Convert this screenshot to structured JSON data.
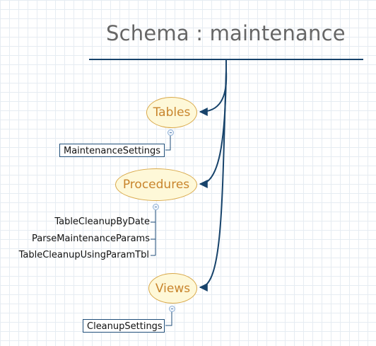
{
  "schema": {
    "title": "Schema : maintenance"
  },
  "groups": [
    {
      "label": "Tables",
      "items": [
        "MaintenanceSettings"
      ]
    },
    {
      "label": "Procedures",
      "items": [
        "TableCleanupByDate",
        "ParseMaintenanceParams",
        "TableCleanupUsingParamTbl"
      ]
    },
    {
      "label": "Views",
      "items": [
        "CleanupSettings"
      ]
    }
  ],
  "colors": {
    "grid": "#e6ecf2",
    "title": "#666666",
    "connector": "#17436b",
    "node_border": "#d9a94a",
    "node_fill": "#fef8d8",
    "node_text": "#c8842c",
    "leaf_border": "#1f4e79"
  },
  "icons": {
    "collapse": "collapse-minus-icon",
    "arrow": "arrowhead-icon"
  }
}
